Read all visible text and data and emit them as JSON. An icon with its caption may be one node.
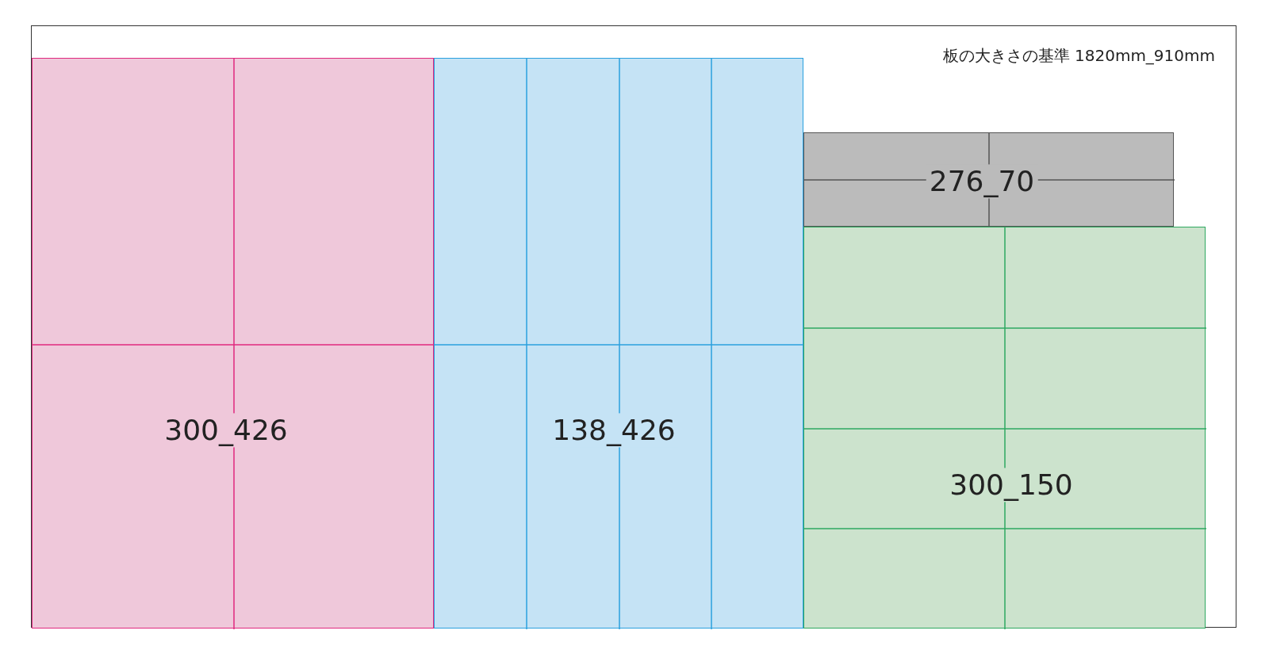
{
  "diagram": {
    "nodes": [
      {
        "text": [
          "板の大きさの基準 1820mm_910mm"
        ]
      },
      {
        "text": [
          "300_426"
        ],
        "in": 0
      },
      {
        "text": [
          "138_426"
        ],
        "in": 0
      },
      {
        "text": [
          "276_70"
        ],
        "in": 0
      },
      {
        "text": [
          "300_150"
        ],
        "in": 0
      }
    ]
  }
}
